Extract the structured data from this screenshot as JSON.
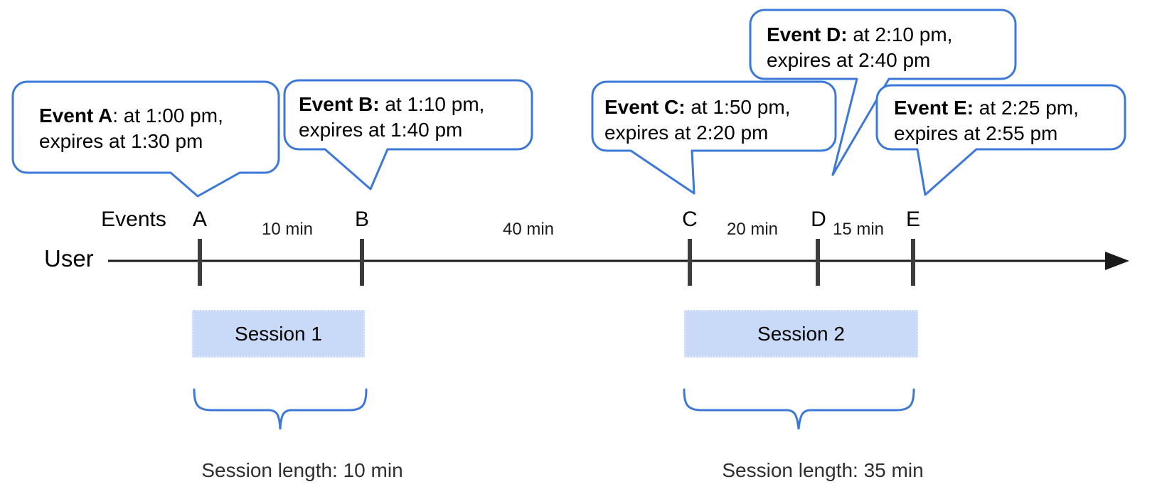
{
  "diagram": {
    "title_hint": "Event timeline with sessions",
    "axis": {
      "events_label": "Events",
      "user_label": "User"
    },
    "bubbles": [
      {
        "name": "event-a",
        "bold": "Event A",
        "line1": ": at 1:00 pm,",
        "line2": "expires at 1:30 pm"
      },
      {
        "name": "event-b",
        "bold": "Event B:",
        "line1": " at 1:10 pm,",
        "line2": "expires at 1:40 pm"
      },
      {
        "name": "event-c",
        "bold": "Event C:",
        "line1": " at 1:50 pm,",
        "line2": "expires at 2:20 pm"
      },
      {
        "name": "event-d",
        "bold": "Event D:",
        "line1": " at 2:10 pm,",
        "line2": "expires at 2:40 pm"
      },
      {
        "name": "event-e",
        "bold": "Event E:",
        "line1": " at 2:25 pm,",
        "line2": "expires at 2:55 pm"
      }
    ],
    "ticks": [
      "A",
      "B",
      "C",
      "D",
      "E"
    ],
    "intervals": [
      "10 min",
      "40 min",
      "20 min",
      "15 min"
    ],
    "sessions": [
      {
        "label": "Session 1",
        "length_label": "Session length: 10 min"
      },
      {
        "label": "Session 2",
        "length_label": "Session length: 35 min"
      }
    ],
    "colors": {
      "bubble_border": "#3c78d8",
      "session_fill": "#c9daf8",
      "brace": "#3c78d8",
      "axis": "#1a1a1a",
      "tick": "#3d3d3d"
    }
  }
}
